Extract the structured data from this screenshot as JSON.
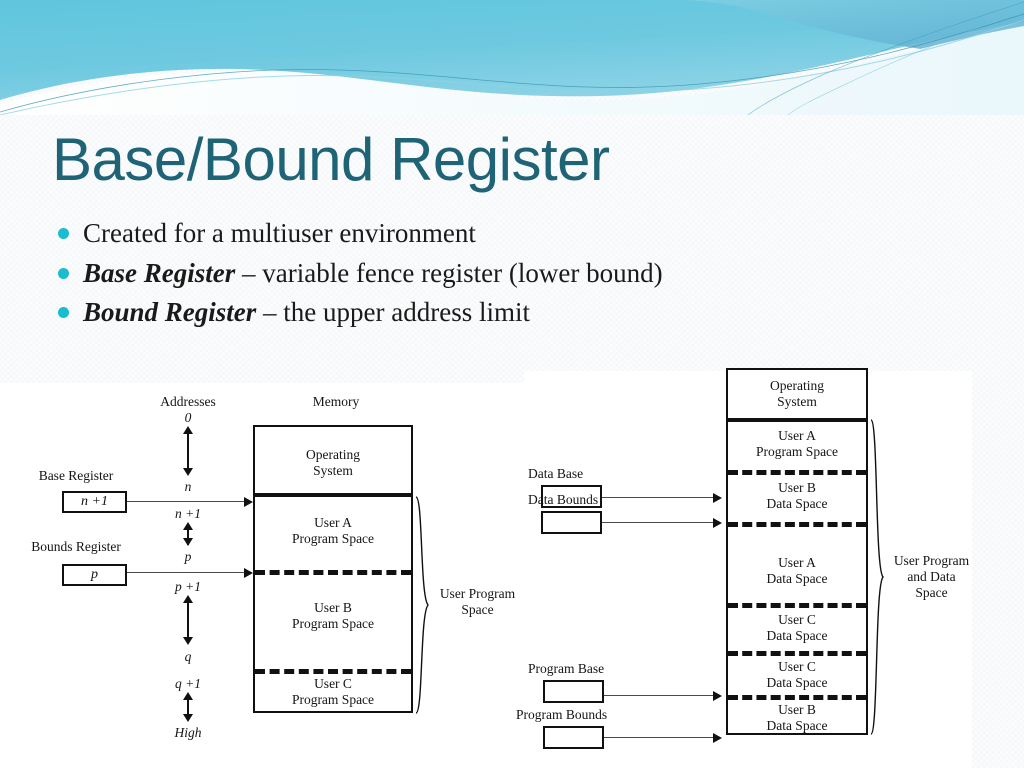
{
  "slide": {
    "title": "Base/Bound Register",
    "title_color": "#1f6377",
    "bullet_color": "#19bdd0",
    "bullets": [
      {
        "bold": "",
        "rest": "Created for a multiuser environment"
      },
      {
        "bold": "Base Register",
        "rest": " – variable fence register (lower bound)"
      },
      {
        "bold": "Bound Register",
        "rest": " – the upper address limit"
      }
    ]
  },
  "figure_left": {
    "col_heading_addresses": "Addresses",
    "col_heading_memory": "Memory",
    "address_marks": [
      "0",
      "n",
      "n +1",
      "p",
      "p +1",
      "q",
      "q +1",
      "High"
    ],
    "registers": [
      {
        "label": "Base Register",
        "value": "n +1"
      },
      {
        "label": "Bounds Register",
        "value": "p"
      }
    ],
    "memory_segments": [
      {
        "line1": "Operating",
        "line2": "System"
      },
      {
        "line1": "User A",
        "line2": "Program Space"
      },
      {
        "line1": "User B",
        "line2": "Program Space"
      },
      {
        "line1": "User C",
        "line2": "Program Space"
      }
    ],
    "brace_label_line1": "User Program",
    "brace_label_line2": "Space"
  },
  "figure_right": {
    "registers": [
      {
        "label": "Data Base",
        "value": ""
      },
      {
        "label": "Data Bounds",
        "value": ""
      },
      {
        "label": "Program Base",
        "value": ""
      },
      {
        "label": "Program Bounds",
        "value": ""
      }
    ],
    "memory_segments": [
      {
        "line1": "Operating",
        "line2": "System"
      },
      {
        "line1": "User A",
        "line2": "Program Space"
      },
      {
        "line1": "User B",
        "line2": "Data Space"
      },
      {
        "line1": "User A",
        "line2": "Data Space"
      },
      {
        "line1": "User C",
        "line2": "Data Space"
      },
      {
        "line1": "User C",
        "line2": "Data Space"
      },
      {
        "line1": "User B",
        "line2": "Data Space"
      }
    ],
    "brace_label_line1": "User Program",
    "brace_label_line2": "and Data",
    "brace_label_line3": "Space"
  }
}
